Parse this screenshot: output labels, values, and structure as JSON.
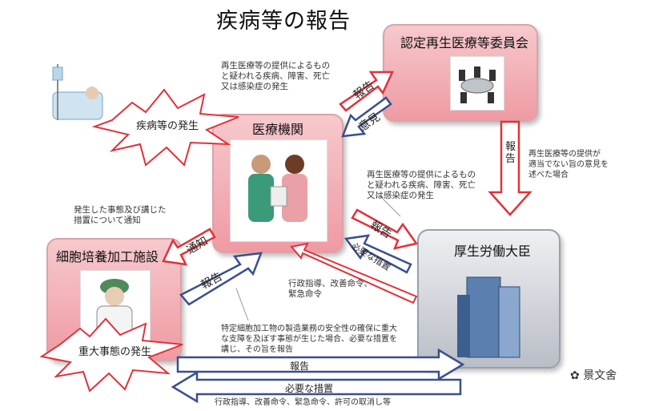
{
  "diagram": {
    "title": "疾病等の報告",
    "nodes": {
      "committee": "認定再生医療等委員会",
      "medical": "医療機関",
      "cell_facility": "細胞培養加工施設",
      "minister": "厚生労働大臣",
      "disease_burst": "疾病等の発生",
      "serious_burst": "重大事態の発生"
    },
    "notes": {
      "top": "再生医療等の提供によるもの\nと疑われる疾病、障害、死亡\n又は感染症の発生",
      "middle": "再生医療等の提供によるもの\nと疑われる疾病、障害、死亡\n又は感染症の発生",
      "right": "再生医療等の提供が\n適当でない旨の意見を\n述べた場合",
      "left": "発生した事態及び講じた\n措置について通知",
      "admin": "行政指導、改善命令、\n緊急命令",
      "serious": "特定細胞加工物の製造業務の安全性の確保に重大\nな支障を及ぼす事態が生じた場合、必要な措置を\n講じ、その旨を報告",
      "bottom": "行政指導、改善命令、緊急命令、許可の取消し等"
    },
    "arrows": {
      "report_to_committee": "報告",
      "opinion": "意見",
      "report_down": "報告",
      "notify": "通知",
      "report_to_minister": "報告",
      "measures": "必要な措置",
      "report_cell": "報告",
      "report_bottom": "報告",
      "necessary_bottom": "必要な措置"
    },
    "watermark": "景文舍"
  },
  "colors": {
    "pink_box": "#ef9aa3",
    "arrow_red": "#e0323a",
    "arrow_blue": "#3a4f8c",
    "burst_red": "#e0323a"
  }
}
